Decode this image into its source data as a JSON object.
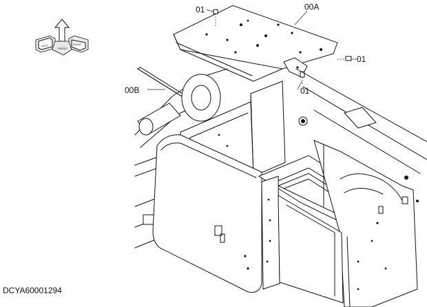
{
  "orientation_badge": {
    "left_label": "LEFT",
    "front_label": "FRONT",
    "right_label": "RIGHT"
  },
  "callouts": {
    "cover_plate": "00A",
    "seal_strip": "00B",
    "bolt_top": "01",
    "bolt_right": "01",
    "bolt_lower": "01"
  },
  "document_id": "DCYA60001294"
}
